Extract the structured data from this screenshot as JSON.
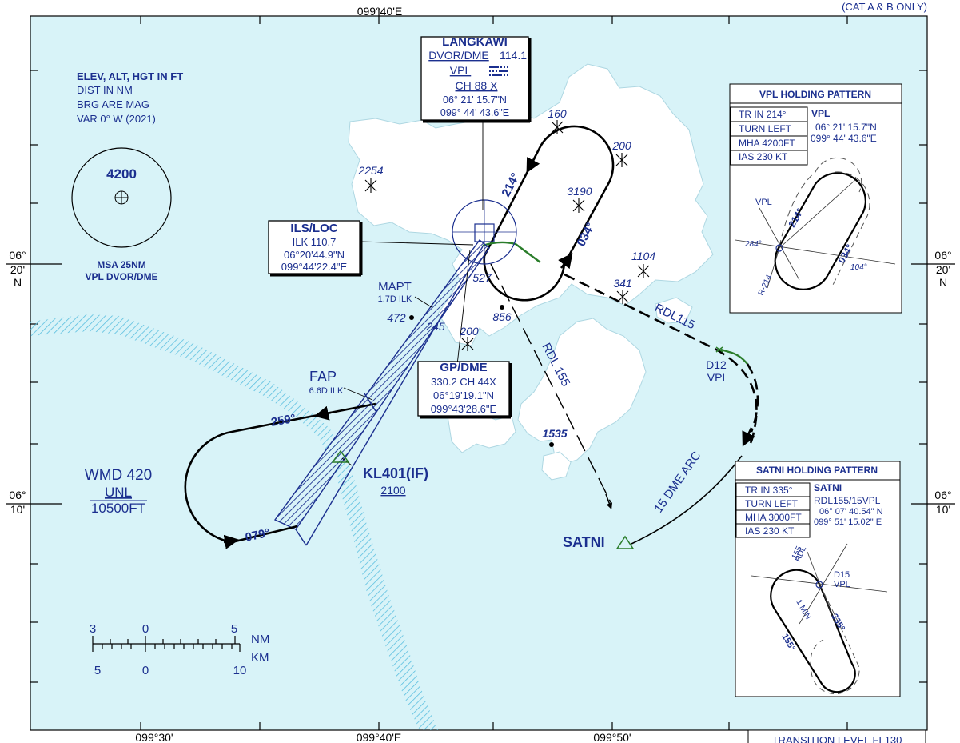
{
  "header_note": "(CAT A & B ONLY)",
  "lon_labels": {
    "top": "099°40'E",
    "bottom": [
      "099°30'",
      "099°40'E",
      "099°50'"
    ]
  },
  "lat_labels": {
    "left_upper": [
      "06°",
      "20'",
      "N"
    ],
    "left_lower": [
      "06°",
      "10'"
    ],
    "right_upper": [
      "06°",
      "20'",
      "N"
    ],
    "right_lower": [
      "06°",
      "10'"
    ]
  },
  "notes": [
    "ELEV, ALT, HGT IN FT",
    "DIST IN NM",
    "BRG ARE MAG",
    "VAR 0° W (2021)"
  ],
  "msa": {
    "altitude": "4200",
    "line1": "MSA 25NM",
    "line2": "VPL DVOR/DME"
  },
  "langkawi": {
    "title": "LANGKAWI",
    "type_freq_label": "DVOR/DME",
    "freq": "114.1",
    "ident": "VPL",
    "channel": "CH  88 X",
    "lat": "06° 21' 15.7\"N",
    "lon": "099° 44' 43.6\"E"
  },
  "ils": {
    "title": "ILS/LOC",
    "freq": "ILK 110.7",
    "lat": "06°20'44.9\"N",
    "lon": "099°44'22.4\"E"
  },
  "gp": {
    "title": "GP/DME",
    "freq": "330.2  CH 44X",
    "lat": "06°19'19.1\"N",
    "lon": "099°43'28.6\"E"
  },
  "fixes": {
    "mapt": {
      "name": "MAPT",
      "sub": "1.7D ILK"
    },
    "fap": {
      "name": "FAP",
      "sub": "6.6D ILK"
    },
    "kl401": {
      "name": "KL401(IF)",
      "alt": "2100"
    },
    "satni": {
      "name": "SATNI"
    },
    "d12": {
      "name": "D12",
      "sub": "VPL"
    }
  },
  "radials": {
    "rdl115": "RDL115",
    "rdl155": "RDL 155",
    "arc": "15 DME ARC"
  },
  "tracks": {
    "inbound_214": "214°",
    "outbound_034": "034°",
    "t259": "259°",
    "t079": "079°"
  },
  "wmd": {
    "name": "WMD 420",
    "upper": "UNL",
    "lower": "10500FT"
  },
  "elevations": {
    "e160": "160",
    "e200a": "200",
    "e2254": "2254",
    "e3190": "3190",
    "e1104": "1104",
    "e341": "341",
    "e527": "527",
    "e856": "856",
    "e472": "472",
    "e245": "245",
    "e200b": "200",
    "e1535": "1535"
  },
  "scale": {
    "nm": [
      "3",
      "0",
      "5"
    ],
    "km": [
      "5",
      "0",
      "10"
    ],
    "nm_unit": "NM",
    "km_unit": "KM"
  },
  "vpl_holding": {
    "title": "VPL HOLDING PATTERN",
    "rows": [
      "TR IN 214°",
      "TURN LEFT",
      "MHA 4200FT",
      "IAS 230 KT"
    ],
    "fix_name": "VPL",
    "fix_lat": "06° 21' 15.7\"N",
    "fix_lon": "099° 44' 43.6\"E",
    "diag": {
      "vpl": "VPL",
      "b284": "284°",
      "b214": "214°",
      "b034": "034°",
      "b104": "104°",
      "r214": "R-214"
    }
  },
  "satni_holding": {
    "title": "SATNI HOLDING PATTERN",
    "rows": [
      "TR IN 335°",
      "TURN LEFT",
      "MHA 3000FT",
      "IAS 230 KT"
    ],
    "fix_name": "SATNI",
    "fix_rdl": "RDL155/15VPL",
    "fix_lat": "06° 07' 40.54\" N",
    "fix_lon": "099° 51' 15.02\" E",
    "diag": {
      "rdl": "RDL",
      "rdl_val": "155",
      "d15": "D15",
      "vpl": "VPL",
      "min": "1 MIN",
      "b335": "335°",
      "b155": "155°"
    }
  },
  "transition": "TRANSITION LEVEL  FL130",
  "colors": {
    "sea": "#d8f3f8",
    "land": "#ffffff",
    "ink": "#1b2f8f",
    "track": "#000000",
    "green": "#2a7d2a",
    "hatch": "#5bbfe0"
  }
}
